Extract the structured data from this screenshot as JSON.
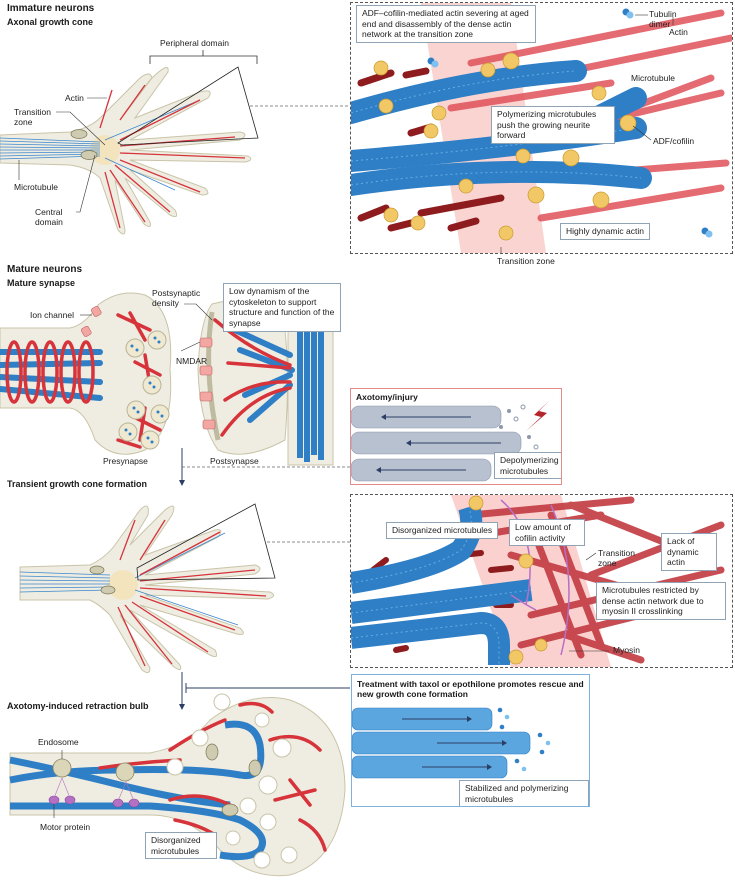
{
  "sections": {
    "immature": {
      "title": "Immature neurons",
      "subtitle": "Axonal growth cone"
    },
    "mature": {
      "title": "Mature neurons",
      "subtitle": "Mature synapse"
    },
    "transient": {
      "subtitle": "Transient growth cone formation"
    },
    "retraction": {
      "subtitle": "Axotomy-induced retraction bulb"
    }
  },
  "growth_cone_labels": {
    "peripheral_domain": "Peripheral domain",
    "actin": "Actin",
    "transition_zone": "Transition\nzone",
    "microtubule": "Microtubule",
    "central_domain": "Central\ndomain"
  },
  "immature_panel": {
    "callout_severing": "ADF–cofilin-mediated actin severing at aged end and disassembly of the dense actin network at the transition zone",
    "tubulin_dimer": "Tubulin\ndimer",
    "actin": "Actin",
    "microtubule": "Microtubule",
    "callout_polymerizing": "Polymerizing microtubules push the growing neurite forward",
    "adf_cofilin": "ADF/cofilin",
    "callout_dynamic": "Highly dynamic actin",
    "transition_zone": "Transition zone"
  },
  "synapse_labels": {
    "ion_channel": "Ion channel",
    "postsynaptic_density": "Postsynaptic\ndensity",
    "nmdar": "NMDAR",
    "presynapse": "Presynapse",
    "postsynapse": "Postsynapse",
    "callout_low_dynamism": "Low dynamism of the cytoskeleton to support structure and function of the synapse"
  },
  "axotomy_panel": {
    "title": "Axotomy/injury",
    "callout": "Depolymerizing microtubules"
  },
  "transient_panel": {
    "callout_disorganized": "Disorganized microtubules",
    "callout_low_cofilin": "Low amount of cofilin activity",
    "transition_zone": "Transition\nzone",
    "callout_lack_actin": "Lack of dynamic actin",
    "callout_restricted": "Microtubules restricted by dense actin network due to myosin II crosslinking",
    "myosin": "Myosin"
  },
  "retraction_labels": {
    "endosome": "Endosome",
    "motor_protein": "Motor protein",
    "callout_disorganized": "Disorganized microtubules"
  },
  "treatment_panel": {
    "title": "Treatment with taxol or epothilone promotes rescue and new growth cone formation",
    "callout": "Stabilized and polymerizing microtubules"
  },
  "colors": {
    "actin": "#d6333b",
    "actin_dark": "#8e1b1e",
    "microtubule": "#2f7fc6",
    "cofilin": "#f2c766",
    "cell_fill": "#efede2",
    "cell_stroke": "#c9c4a8",
    "myosin": "#b66fc9",
    "injury_red": "#b5262b"
  }
}
